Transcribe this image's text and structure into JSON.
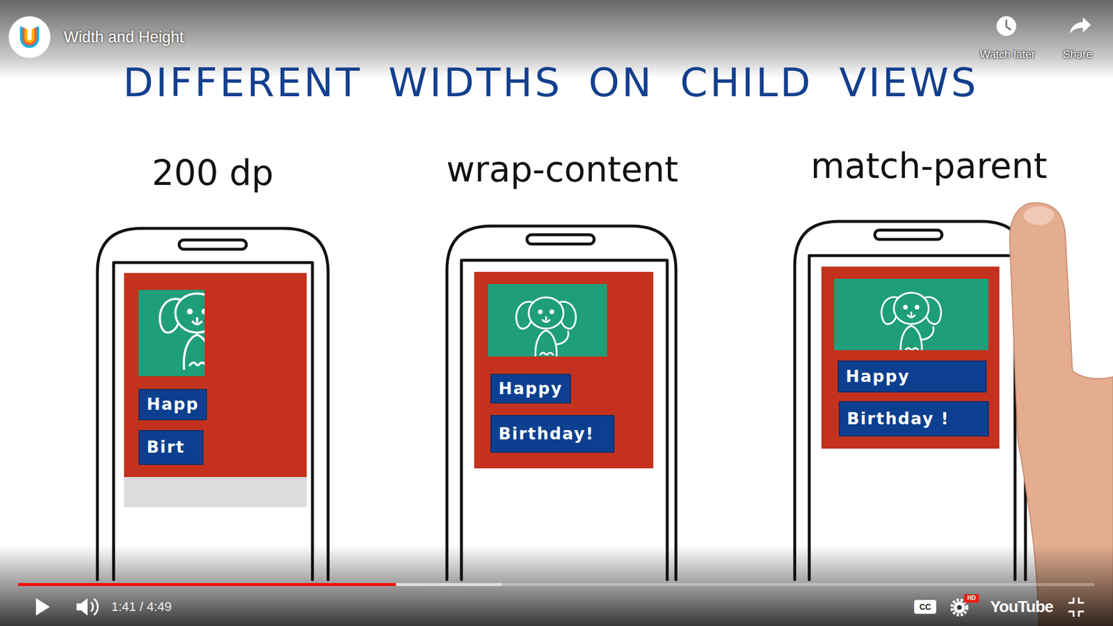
{
  "diagram": {
    "title": "DIFFERENT WIDTHS ON CHILD VIEWS",
    "nodes": [
      {
        "text": [
          "200 dp"
        ]
      },
      {
        "text": [
          "Happ"
        ],
        "in": 0
      },
      {
        "text": [
          "Birt"
        ],
        "in": 0
      },
      {
        "text": [
          "wrap-content"
        ]
      },
      {
        "text": [
          "Happy"
        ],
        "in": 3
      },
      {
        "text": [
          "Birthday!"
        ],
        "in": 3
      },
      {
        "text": [
          "match-parent"
        ]
      },
      {
        "text": [
          "Happy"
        ],
        "in": 6
      },
      {
        "text": [
          "Birthday !"
        ],
        "in": 6
      }
    ],
    "labels": [
      "Width and Height",
      "Watch later",
      "Share",
      "1:41 / 4:49",
      "CC",
      "HD",
      "YouTube"
    ]
  }
}
